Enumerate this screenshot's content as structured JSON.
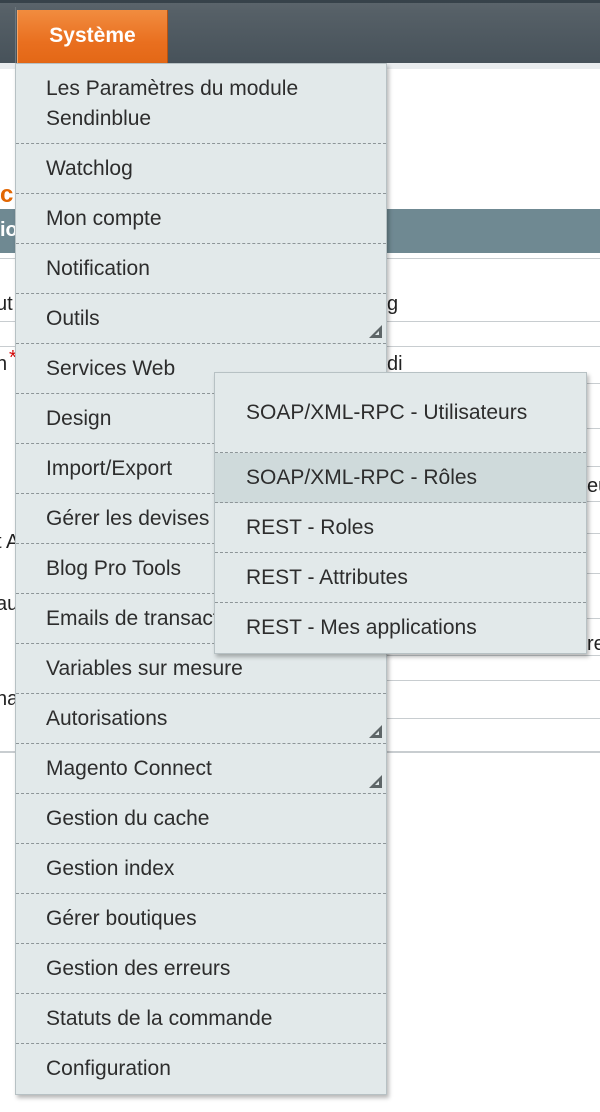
{
  "nav": {
    "active_label": "Système"
  },
  "background": {
    "heading_fragment": "c",
    "bar_fragment": "io",
    "fragments_left": [
      "ut",
      "n",
      "t A",
      "au",
      "na"
    ],
    "fragments_right": [
      "g",
      "di",
      "eu",
      "re"
    ],
    "required_mark": "*"
  },
  "menu": {
    "items": [
      {
        "label": "Les Paramètres du module Sendinblue",
        "has_submenu": false
      },
      {
        "label": "Watchlog",
        "has_submenu": false
      },
      {
        "label": "Mon compte",
        "has_submenu": false
      },
      {
        "label": "Notification",
        "has_submenu": false
      },
      {
        "label": "Outils",
        "has_submenu": true
      },
      {
        "label": "Services Web",
        "has_submenu": true
      },
      {
        "label": "Design",
        "has_submenu": false
      },
      {
        "label": "Import/Export",
        "has_submenu": false
      },
      {
        "label": "Gérer les devises",
        "has_submenu": false
      },
      {
        "label": "Blog Pro Tools",
        "has_submenu": false
      },
      {
        "label": "Emails de transactions",
        "has_submenu": false
      },
      {
        "label": "Variables sur mesure",
        "has_submenu": false
      },
      {
        "label": "Autorisations",
        "has_submenu": true
      },
      {
        "label": "Magento Connect",
        "has_submenu": true
      },
      {
        "label": "Gestion du cache",
        "has_submenu": false
      },
      {
        "label": "Gestion index",
        "has_submenu": false
      },
      {
        "label": "Gérer boutiques",
        "has_submenu": false
      },
      {
        "label": "Gestion des erreurs",
        "has_submenu": false
      },
      {
        "label": "Statuts de la commande",
        "has_submenu": false
      },
      {
        "label": "Configuration",
        "has_submenu": false
      }
    ]
  },
  "submenu": {
    "items": [
      {
        "label": "SOAP/XML-RPC - Utilisateurs"
      },
      {
        "label": "SOAP/XML-RPC - Rôles"
      },
      {
        "label": "REST - Roles"
      },
      {
        "label": "REST - Attributes"
      },
      {
        "label": "REST - Mes applications"
      }
    ]
  },
  "colors": {
    "nav_active": "#e96f1f",
    "menu_bg": "#e2e9ea",
    "menu_hover": "#cfdadb",
    "header_bar": "#6f8992",
    "heading_orange": "#e26703"
  },
  "icons": {
    "submenu_indicator": "submenu-arrow-icon"
  }
}
